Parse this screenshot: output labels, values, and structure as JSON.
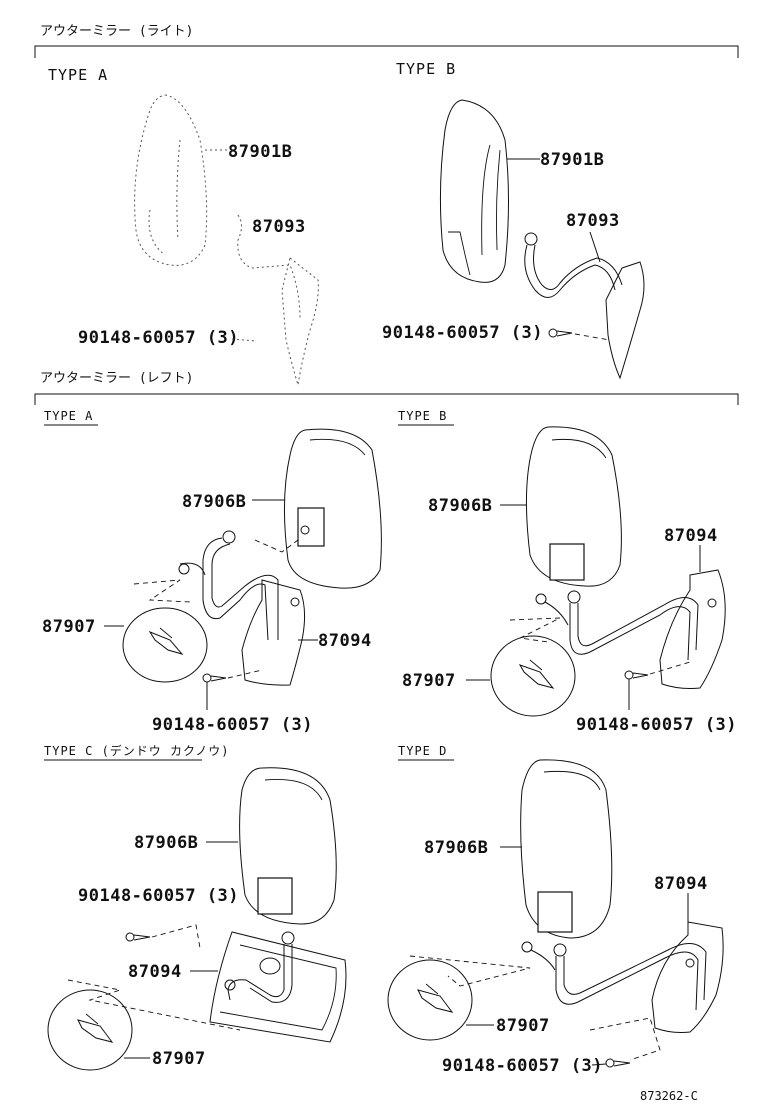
{
  "sections": [
    {
      "title": "アウターミラー (ライト)"
    },
    {
      "title": "アウターミラー (レフト)"
    }
  ],
  "right": {
    "type_a": {
      "label": "TYPE A",
      "mirror": "87901B",
      "arm": "87093",
      "screw": "90148-60057 (3)"
    },
    "type_b": {
      "label": "TYPE B",
      "mirror": "87901B",
      "arm": "87093",
      "screw": "90148-60057 (3)"
    }
  },
  "left": {
    "type_a": {
      "label": "TYPE A",
      "mirror": "87906B",
      "lens": "87907",
      "arm": "87094",
      "screw": "90148-60057 (3)"
    },
    "type_b": {
      "label": "TYPE B",
      "mirror": "87906B",
      "arm": "87094",
      "lens": "87907",
      "screw": "90148-60057 (3)"
    },
    "type_c": {
      "label": "TYPE C (デンドウ カクノウ)",
      "mirror": "87906B",
      "screw": "90148-60057 (3)",
      "arm": "87094",
      "lens": "87907"
    },
    "type_d": {
      "label": "TYPE D",
      "mirror": "87906B",
      "arm": "87094",
      "lens": "87907",
      "screw": "90148-60057 (3)"
    }
  },
  "footer": {
    "ref": "873262-C"
  }
}
